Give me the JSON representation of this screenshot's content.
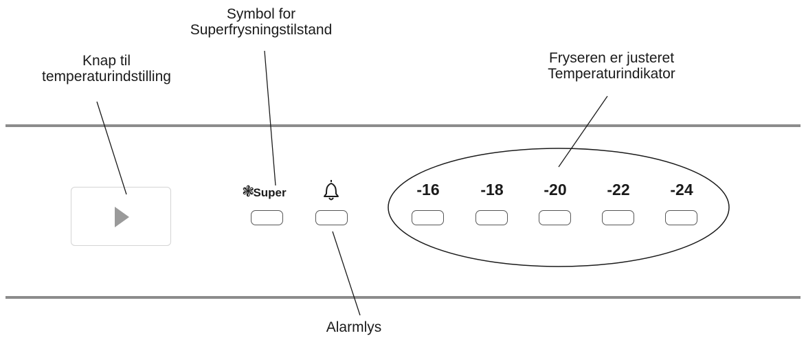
{
  "callouts": {
    "button_label": [
      "Knap til",
      "temperaturindstilling"
    ],
    "super_label": [
      "Symbol for",
      "Superfrysningstilstand"
    ],
    "temp_indicator_label": [
      "Fryseren er justeret",
      "Temperaturindikator"
    ],
    "alarm_label": "Alarmlys"
  },
  "panel": {
    "super_text": "Super",
    "temperatures": [
      "-16",
      "-18",
      "-20",
      "-22",
      "-24"
    ]
  },
  "icons": {
    "snowflake": "snowflake-icon",
    "bell": "bell-icon",
    "play": "play-triangle-icon"
  }
}
